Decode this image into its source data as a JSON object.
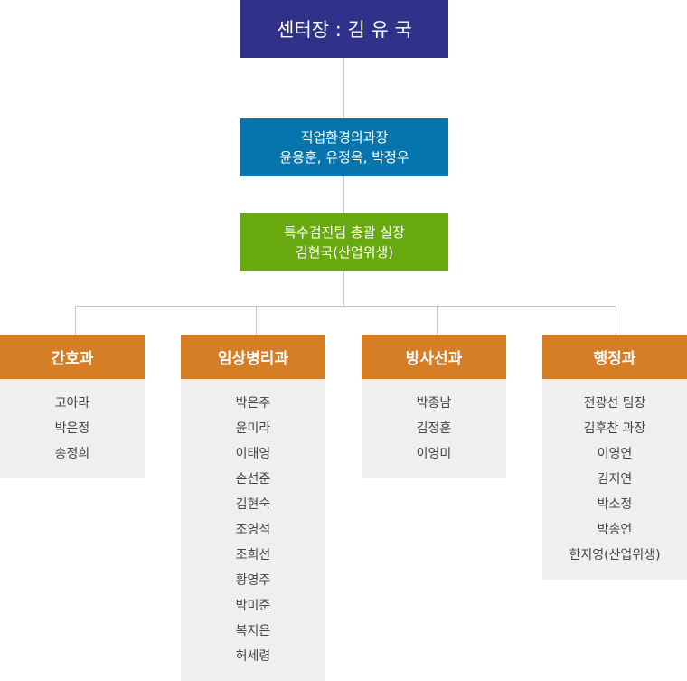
{
  "director": {
    "label": "센터장 : 김 유 국"
  },
  "manager": {
    "title": "직업환경의과장",
    "names": "윤용훈, 유정옥, 박정우"
  },
  "team_lead": {
    "title": "특수검진팀 총괄 실장",
    "name": "김현국(산업위생)"
  },
  "departments": [
    {
      "name": "간호과",
      "members": [
        "고아라",
        "박은정",
        "송정희"
      ]
    },
    {
      "name": "임상병리과",
      "members": [
        "박은주",
        "윤미라",
        "이태영",
        "손선준",
        "김현숙",
        "조영석",
        "조희선",
        "황영주",
        "박미준",
        "복지은",
        "허세령"
      ]
    },
    {
      "name": "방사선과",
      "members": [
        "박종남",
        "김정훈",
        "이영미"
      ]
    },
    {
      "name": "행정과",
      "members": [
        "전광선 팀장",
        "김후찬 과장",
        "이영연",
        "김지연",
        "박소정",
        "박송언",
        "한지영(산업위생)"
      ]
    }
  ],
  "colors": {
    "director": "#2f318b",
    "manager": "#0675ad",
    "team_lead": "#68a90f",
    "department_header": "#d57e25",
    "department_body": "#efefef",
    "connector": "#c8c8c8"
  }
}
